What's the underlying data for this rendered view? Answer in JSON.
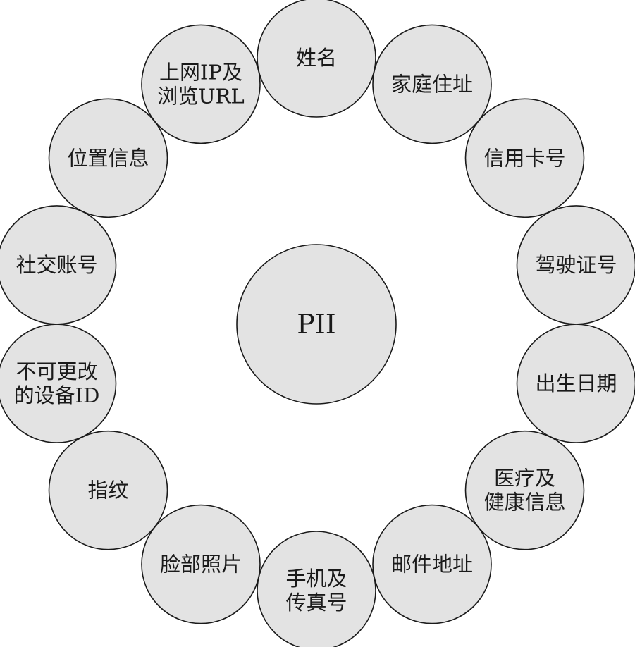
{
  "center": {
    "label": "PII"
  },
  "nodes": [
    {
      "id": "name",
      "lines": [
        "姓名"
      ]
    },
    {
      "id": "home-address",
      "lines": [
        "家庭住址"
      ]
    },
    {
      "id": "credit-card",
      "lines": [
        "信用卡号"
      ]
    },
    {
      "id": "driver-license",
      "lines": [
        "驾驶证号"
      ]
    },
    {
      "id": "birth-date",
      "lines": [
        "出生日期"
      ]
    },
    {
      "id": "medical-health",
      "lines": [
        "医疗及",
        "健康信息"
      ]
    },
    {
      "id": "mail-address",
      "lines": [
        "邮件地址"
      ]
    },
    {
      "id": "phone-fax",
      "lines": [
        "手机及",
        "传真号"
      ]
    },
    {
      "id": "face-photo",
      "lines": [
        "脸部照片"
      ]
    },
    {
      "id": "fingerprint",
      "lines": [
        "指纹"
      ]
    },
    {
      "id": "device-id",
      "lines": [
        "不可更改",
        "的设备ID"
      ]
    },
    {
      "id": "social-account",
      "lines": [
        "社交账号"
      ]
    },
    {
      "id": "location",
      "lines": [
        "位置信息"
      ]
    },
    {
      "id": "ip-url",
      "lines": [
        "上网IP及",
        "浏览URL"
      ]
    }
  ]
}
